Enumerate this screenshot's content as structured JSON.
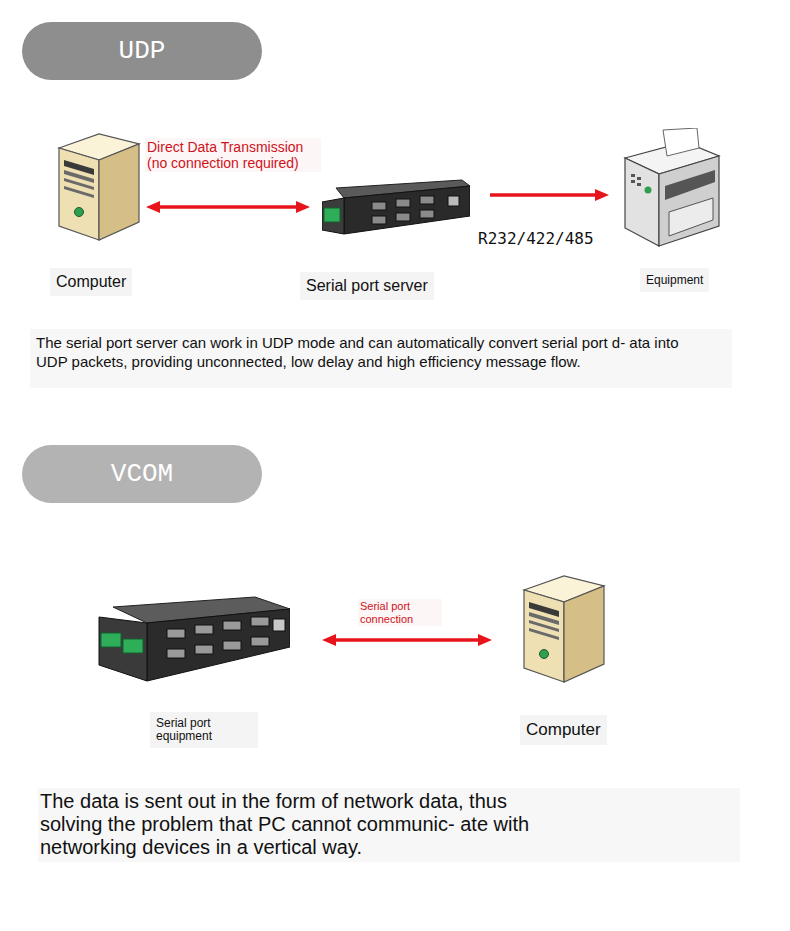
{
  "diagram": {
    "nodes": [
      {
        "text": [
          "UDP"
        ]
      },
      {
        "text": [
          "Computer"
        ]
      },
      {
        "text": [
          "Serial port server"
        ]
      },
      {
        "text": [
          "Equipment"
        ]
      },
      {
        "text": [
          "VCOM"
        ]
      },
      {
        "text": [
          "Serial port equipment"
        ]
      },
      {
        "text": [
          "Computer"
        ]
      }
    ],
    "edges": [
      {
        "from": 1,
        "to": 2,
        "arrow": "both",
        "label": "Direct Data Transmission (no connection required)"
      },
      {
        "from": 2,
        "to": 3,
        "arrow": "to",
        "label": "R232/422/485"
      },
      {
        "from": 5,
        "to": 6,
        "arrow": "both",
        "label": "Serial port connection"
      }
    ],
    "labels": [
      "The serial port server can work in UDP mode and can automatically convert serial port d- ata into UDP packets, providing unconnected, low delay and high efficiency message flow.",
      "The data is sent out in the form of network data, thus solving the problem that PC cannot communic- ate with networking devices in a vertical way."
    ]
  }
}
